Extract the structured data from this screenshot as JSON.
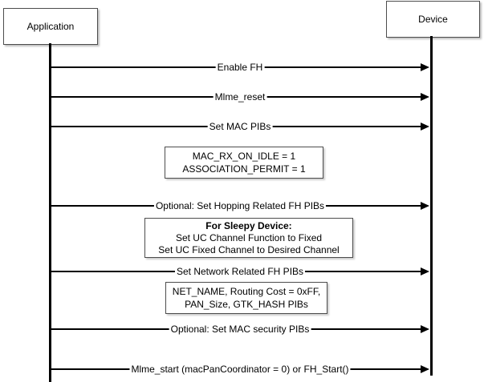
{
  "diagram": {
    "actors": [
      {
        "label": "Application"
      },
      {
        "label": "Device"
      }
    ],
    "messages": [
      {
        "type": "arrow",
        "label": "Enable FH"
      },
      {
        "type": "arrow",
        "label": "Mlme_reset"
      },
      {
        "type": "arrow",
        "label": "Set MAC PIBs"
      },
      {
        "type": "note",
        "lines": [
          "MAC_RX_ON_IDLE = 1",
          "ASSOCIATION_PERMIT = 1"
        ]
      },
      {
        "type": "arrow",
        "label": "Optional: Set Hopping Related FH PIBs"
      },
      {
        "type": "note",
        "title": "For Sleepy Device:",
        "lines": [
          "Set UC Channel Function to Fixed",
          "Set UC Fixed Channel to Desired Channel"
        ]
      },
      {
        "type": "arrow",
        "label": "Set Network Related FH PIBs"
      },
      {
        "type": "note",
        "lines": [
          "NET_NAME, Routing Cost = 0xFF,",
          "PAN_Size, GTK_HASH PIBs"
        ]
      },
      {
        "type": "arrow",
        "label": "Optional: Set MAC security  PIBs"
      },
      {
        "type": "arrow",
        "label": "Mlme_start (macPanCoordinator = 0) or FH_Start()"
      }
    ]
  }
}
